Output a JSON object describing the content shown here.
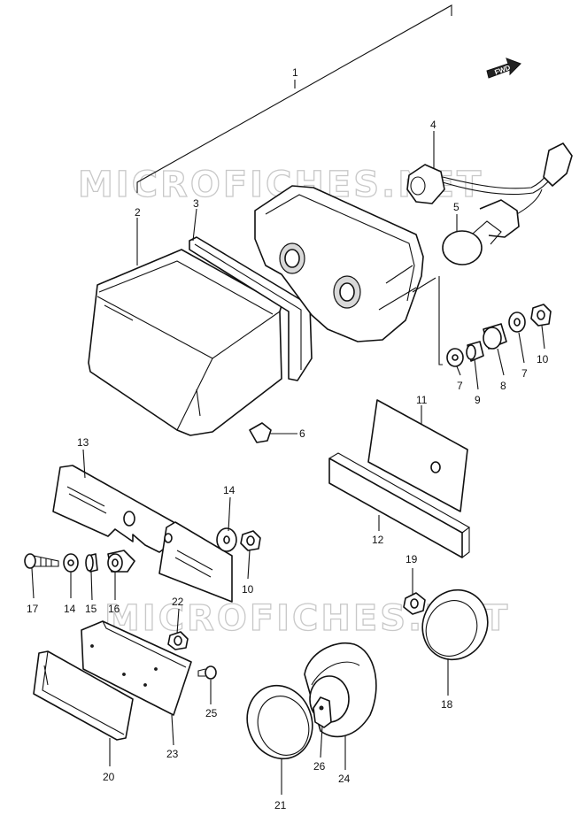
{
  "watermark": "MICROFICHES.NET",
  "direction_label": "FWD",
  "callouts": {
    "p1": "1",
    "p2": "2",
    "p3": "3",
    "p4": "4",
    "p5": "5",
    "p6": "6",
    "p7a": "7",
    "p7b": "7",
    "p8": "8",
    "p9": "9",
    "p10a": "10",
    "p10b": "10",
    "p11": "11",
    "p12": "12",
    "p13": "13",
    "p14a": "14",
    "p14b": "14",
    "p15": "15",
    "p16": "16",
    "p17": "17",
    "p18": "18",
    "p19": "19",
    "p20": "20",
    "p21": "21",
    "p22": "22",
    "p23": "23",
    "p24": "24",
    "p25": "25",
    "p26": "26"
  }
}
